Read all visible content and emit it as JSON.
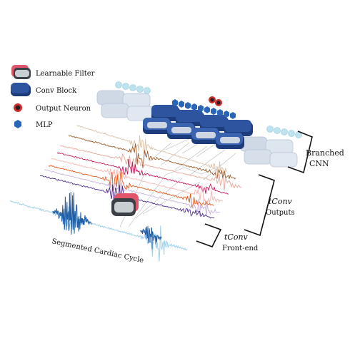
{
  "legend": {
    "filter": "Learnable Filter",
    "conv": "Conv Block",
    "neuron": "Output Neuron",
    "mlp": "MLP"
  },
  "labels": {
    "branched_1": "Branched",
    "branched_2": "CNN",
    "tconv_outputs_1": "tConv",
    "tconv_outputs_2": "Outputs",
    "tconv_frontend_1": "tConv",
    "tconv_frontend_2": "Front-end",
    "segmented": "Segmented Cardiac Cycle"
  },
  "colors": {
    "conv_block": "#2e54a0",
    "conv_block_light": "#cfd9e6",
    "mlp": "#2a66b8",
    "mlp_light": "#bfe3ee",
    "neuron_red": "#d42a2a",
    "filter_red": "#e0566a",
    "filter_gray": "#3b4046",
    "input_signal_light": "#9fd0ea",
    "input_signal_dark": "#1f5fa8",
    "wave_colors": [
      "#d9c2a8",
      "#9e5a2a",
      "#e7a89a",
      "#c4155a",
      "#f2b6b0",
      "#e85a1e",
      "#c7b3dc",
      "#4a2a8a"
    ]
  }
}
